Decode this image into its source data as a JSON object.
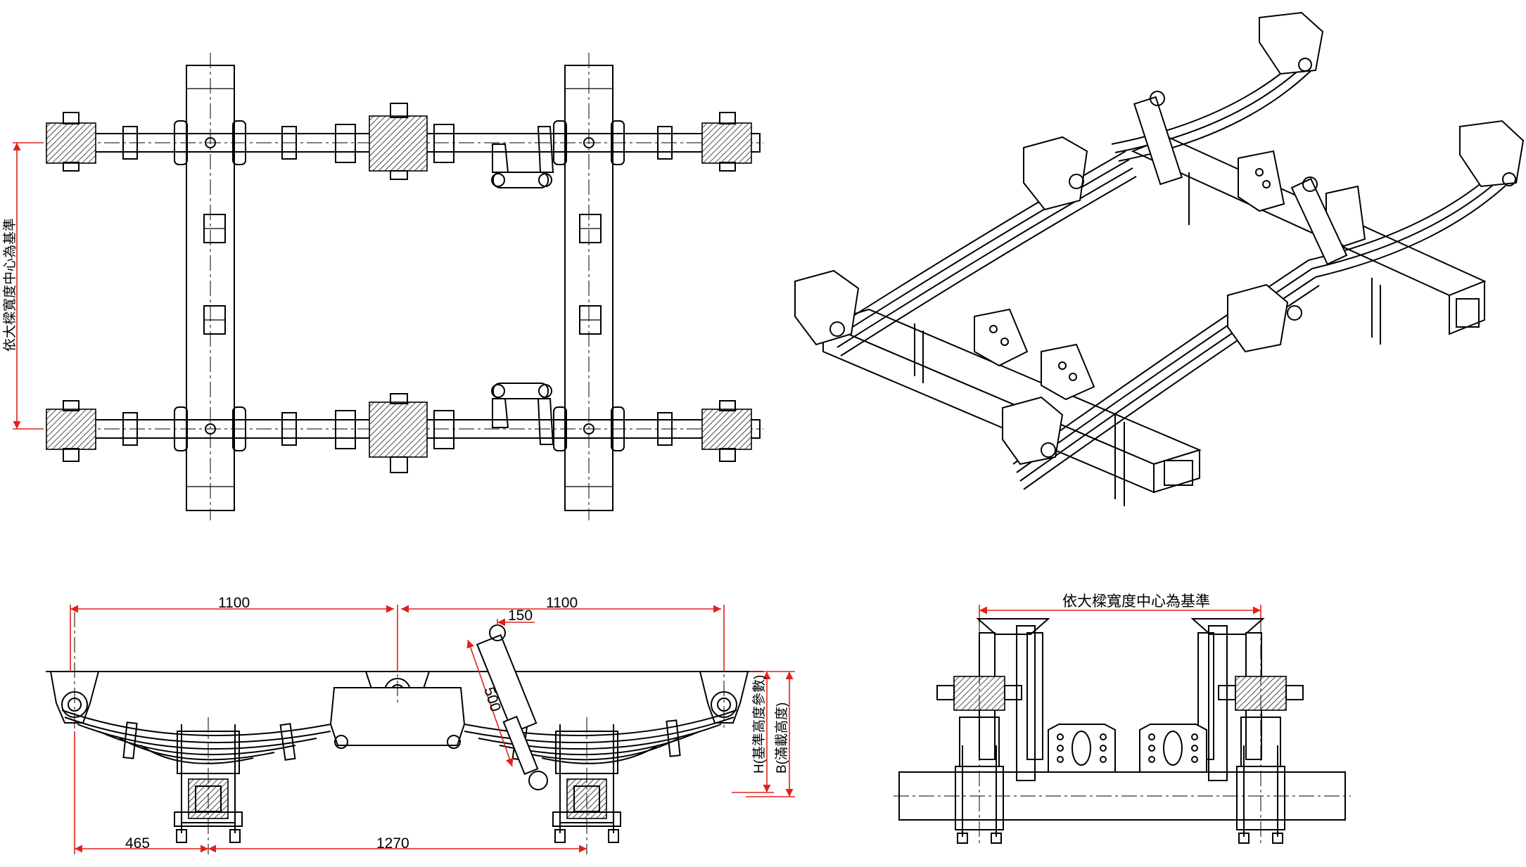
{
  "colors": {
    "line": "#000000",
    "dimension": "#e0221b",
    "background": "#ffffff"
  },
  "plan_view": {
    "width_reference_label": "依大樑寬度中心為基準"
  },
  "side_view": {
    "dim_top_left": "1100",
    "dim_top_right": "1100",
    "dim_offset": "150",
    "dim_shock": "500",
    "dim_bottom_left": "465",
    "dim_bottom_right": "1270",
    "label_h": "H(基準高度參數)",
    "label_b": "B(滿載高度)"
  },
  "end_view": {
    "width_reference_label": "依大樑寬度中心為基準"
  }
}
